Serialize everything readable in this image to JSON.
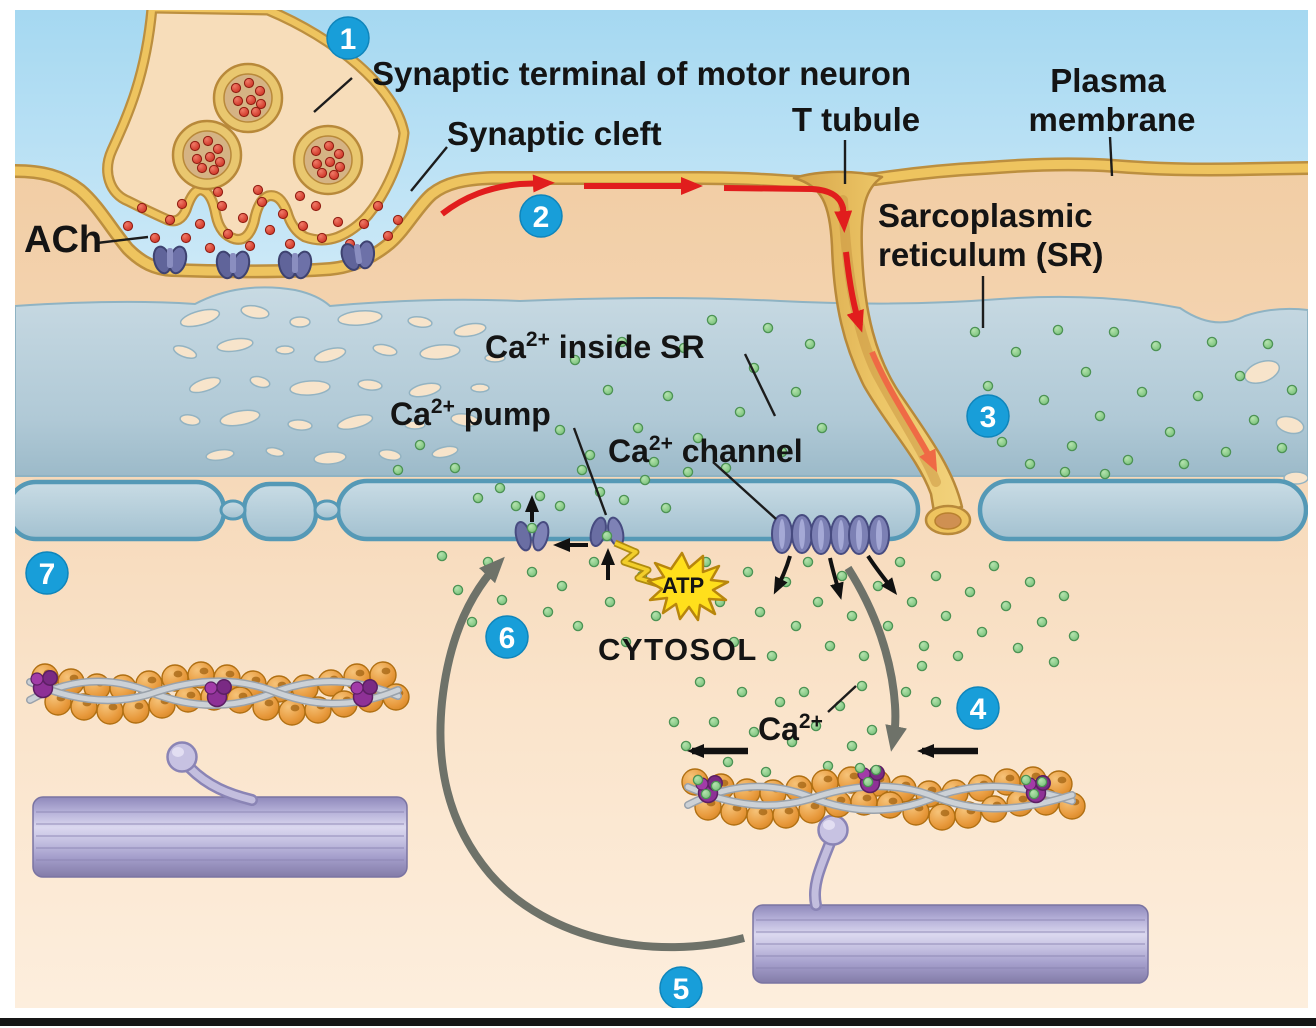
{
  "diagram": {
    "kind": "muscle excitation-contraction coupling illustration",
    "labels": {
      "synaptic_terminal": "Synaptic terminal of motor neuron",
      "synaptic_cleft": "Synaptic cleft",
      "t_tubule": "T tubule",
      "plasma_membrane_line1": "Plasma",
      "plasma_membrane_line2": "membrane",
      "sr_line1": "Sarcoplasmic",
      "sr_line2": "reticulum (SR)",
      "ach": "ACh",
      "ca": "Ca",
      "ca_sup": "2+",
      "inside_sr_suffix": " inside SR",
      "pump_suffix": " pump",
      "channel_suffix": " channel",
      "atp": "ATP",
      "cytosol": "CYTOSOL"
    },
    "steps": [
      "1",
      "2",
      "3",
      "4",
      "5",
      "6",
      "7"
    ],
    "colors": {
      "step_badge_blue": "#189ed9",
      "membrane_gold": "#eec45f",
      "membrane_edge_brown": "#bc8f3f",
      "extracellular_blue": "#a8daf2",
      "sr_blue": "#b7cfdc",
      "sr_tube_border_teal": "#5599b6",
      "calcium_ion_green": "#82c882",
      "ach_dot_red": "#d93025",
      "action_potential_red": "#e11d1d",
      "atp_yellow": "#ffdf1c",
      "protein_purple": "#6a6ea3",
      "troponin_magenta": "#8e3196",
      "actin_orange": "#e89a3d",
      "myosin_lavender": "#b9b4dc",
      "cycle_arrow_gray": "#6e7269"
    }
  }
}
